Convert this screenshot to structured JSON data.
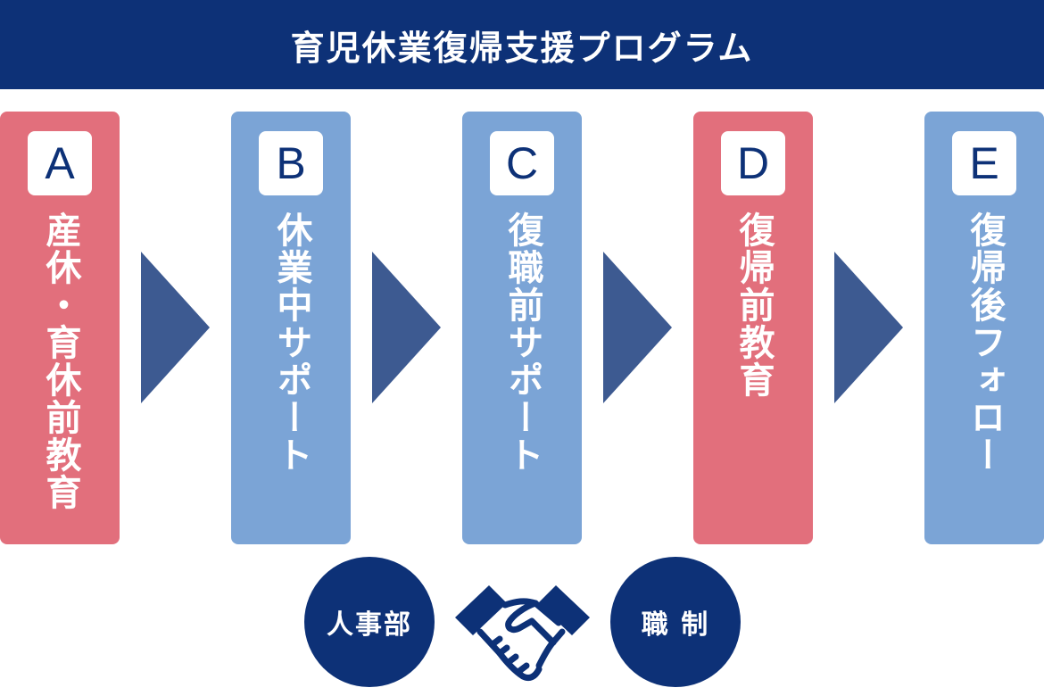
{
  "header": {
    "title": "育児休業復帰支援プログラム"
  },
  "steps": [
    {
      "letter": "A",
      "label": "産休・育休前教育",
      "color": "#e26f7c"
    },
    {
      "letter": "B",
      "label": "休業中サポート",
      "color": "#7ba4d6"
    },
    {
      "letter": "C",
      "label": "復職前サポート",
      "color": "#7ba4d6"
    },
    {
      "letter": "D",
      "label": "復帰前教育",
      "color": "#e26f7c"
    },
    {
      "letter": "E",
      "label": "復帰後フォロー",
      "color": "#7ba4d6"
    }
  ],
  "arrow_icon": "triangle-right-icon",
  "partners": {
    "left": "人事部",
    "icon": "handshake-icon",
    "right": "職 制"
  },
  "colors": {
    "navy": "#0d3177",
    "arrow": "#3d5a91",
    "red": "#e26f7c",
    "blue": "#7ba4d6"
  }
}
